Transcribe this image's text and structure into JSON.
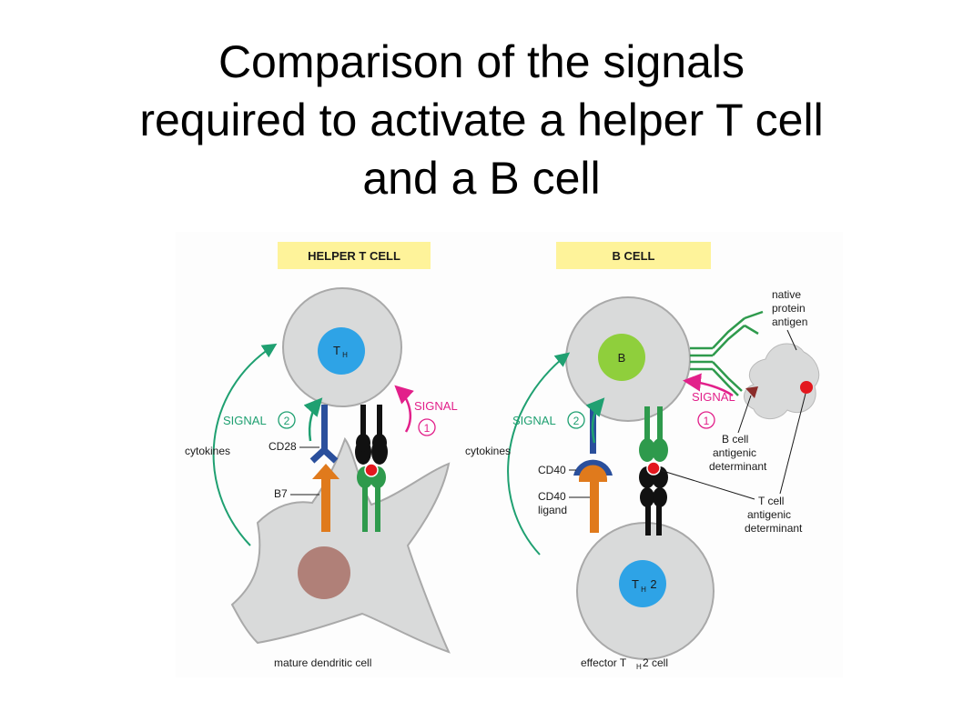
{
  "title": {
    "lines": [
      "Comparison of the signals",
      "required to activate a helper T cell",
      "and a B cell"
    ]
  },
  "left_panel": {
    "header": "HELPER T CELL",
    "cell_label": "T",
    "cell_label_sub": "H",
    "signal2": "SIGNAL",
    "signal2_num": "2",
    "signal1": "SIGNAL",
    "signal1_num": "1",
    "cytokines": "cytokines",
    "cd28": "CD28",
    "b7": "B7",
    "caption": "mature dendritic cell"
  },
  "right_panel": {
    "header": "B CELL",
    "cell_label": "B",
    "th2_main": "T",
    "th2_sub": "H",
    "th2_suffix": "2",
    "signal2": "SIGNAL",
    "signal2_num": "2",
    "signal1": "SIGNAL",
    "signal1_num": "1",
    "cytokines": "cytokines",
    "cd40": "CD40",
    "cd40_ligand_1": "CD40",
    "cd40_ligand_2": "ligand",
    "antigen_1": "native",
    "antigen_2": "protein",
    "antigen_3": "antigen",
    "bdet_1": "B cell",
    "bdet_2": "antigenic",
    "bdet_3": "determinant",
    "tdet_1": "T cell",
    "tdet_2": "antigenic",
    "tdet_3": "determinant",
    "caption_1": "effector T",
    "caption_sub": "H",
    "caption_2": "2 cell"
  },
  "colors": {
    "header_yellow": "#fef39a",
    "cell_grey": "#d9dada",
    "nucleus_blue": "#2ea3e6",
    "nucleus_green": "#8fcf3c",
    "dendritic_nucleus": "#b08078",
    "arrow_green": "#1fa071",
    "signal_pink": "#e2208a",
    "receptor_blue": "#2a4f9c",
    "receptor_orange": "#e07a1c",
    "receptor_green": "#2e9a4c",
    "antigen_red": "#e3171e",
    "b_determinant": "#8b2c2a"
  }
}
